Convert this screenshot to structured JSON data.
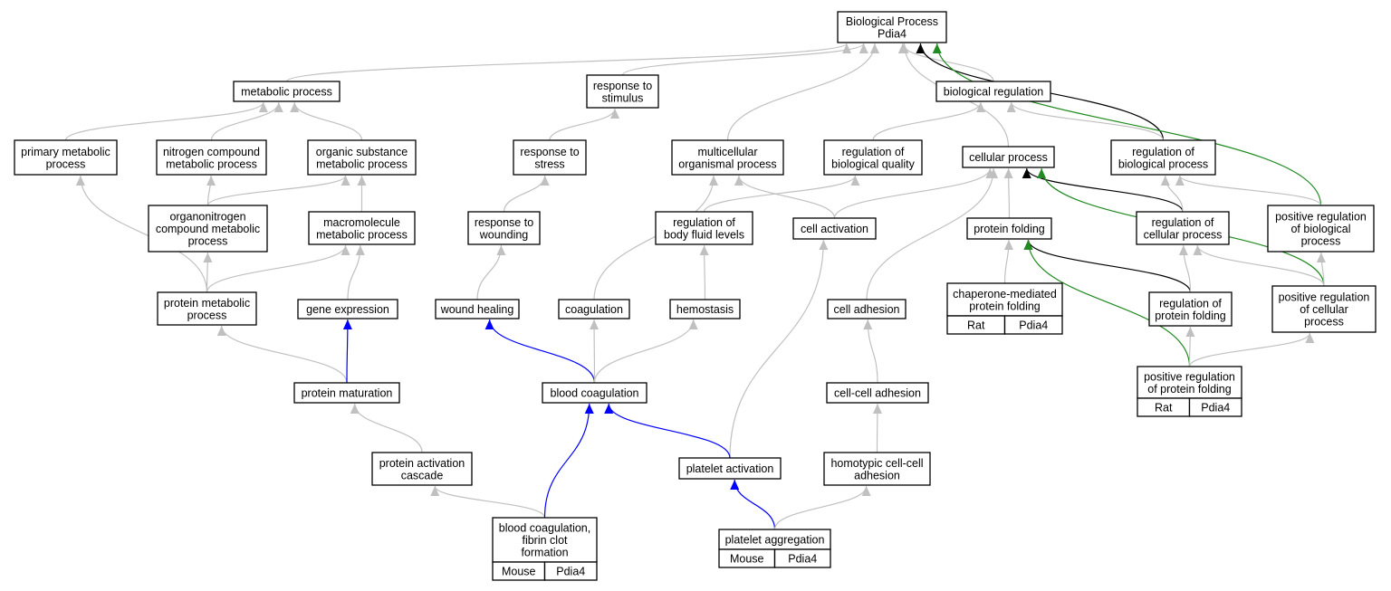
{
  "colors": {
    "gray_edge": "#c0c0c0",
    "blue_edge": "#0000ff",
    "green_edge": "#228b22",
    "black_edge": "#000000",
    "mouse_tag": "#add8e6",
    "rat_tag": "#ffd700"
  },
  "nodes": [
    {
      "id": "bp",
      "lines": [
        "Biological Process",
        "Pdia4"
      ]
    },
    {
      "id": "metabolic",
      "lines": [
        "metabolic process"
      ]
    },
    {
      "id": "stimulus",
      "lines": [
        "response to",
        "stimulus"
      ]
    },
    {
      "id": "bioreg",
      "lines": [
        "biological regulation"
      ]
    },
    {
      "id": "primary",
      "lines": [
        "primary metabolic",
        "process"
      ]
    },
    {
      "id": "nitrogen",
      "lines": [
        "nitrogen compound",
        "metabolic process"
      ]
    },
    {
      "id": "organic",
      "lines": [
        "organic substance",
        "metabolic process"
      ]
    },
    {
      "id": "stress",
      "lines": [
        "response to",
        "stress"
      ]
    },
    {
      "id": "multicell",
      "lines": [
        "multicellular",
        "organismal process"
      ]
    },
    {
      "id": "regbioqual",
      "lines": [
        "regulation of",
        "biological quality"
      ]
    },
    {
      "id": "cellular",
      "lines": [
        "cellular process"
      ]
    },
    {
      "id": "regbioproc",
      "lines": [
        "regulation of",
        "biological process"
      ]
    },
    {
      "id": "organonitro",
      "lines": [
        "organonitrogen",
        "compound metabolic",
        "process"
      ]
    },
    {
      "id": "macro",
      "lines": [
        "macromolecule",
        "metabolic process"
      ]
    },
    {
      "id": "wounding",
      "lines": [
        "response to",
        "wounding"
      ]
    },
    {
      "id": "bodyfluid",
      "lines": [
        "regulation of",
        "body fluid levels"
      ]
    },
    {
      "id": "cellact",
      "lines": [
        "cell activation"
      ]
    },
    {
      "id": "folding",
      "lines": [
        "protein folding"
      ]
    },
    {
      "id": "regcell",
      "lines": [
        "regulation of",
        "cellular process"
      ]
    },
    {
      "id": "posregbio",
      "lines": [
        "positive regulation",
        "of biological",
        "process"
      ]
    },
    {
      "id": "proteinmet",
      "lines": [
        "protein metabolic",
        "process"
      ]
    },
    {
      "id": "geneexpr",
      "lines": [
        "gene expression"
      ]
    },
    {
      "id": "woundheal",
      "lines": [
        "wound healing"
      ]
    },
    {
      "id": "coag",
      "lines": [
        "coagulation"
      ]
    },
    {
      "id": "hemo",
      "lines": [
        "hemostasis"
      ]
    },
    {
      "id": "celladh",
      "lines": [
        "cell adhesion"
      ]
    },
    {
      "id": "chaperone",
      "lines": [
        "chaperone-mediated",
        "protein folding"
      ],
      "tags": [
        "Rat",
        "Pdia4"
      ]
    },
    {
      "id": "regfold",
      "lines": [
        "regulation of",
        "protein folding"
      ]
    },
    {
      "id": "posregcell",
      "lines": [
        "positive regulation",
        "of cellular",
        "process"
      ]
    },
    {
      "id": "maturation",
      "lines": [
        "protein maturation"
      ]
    },
    {
      "id": "bloodcoag",
      "lines": [
        "blood coagulation"
      ]
    },
    {
      "id": "cellcell",
      "lines": [
        "cell-cell adhesion"
      ]
    },
    {
      "id": "posregfold",
      "lines": [
        "positive regulation",
        "of protein folding"
      ],
      "tags": [
        "Rat",
        "Pdia4"
      ]
    },
    {
      "id": "cascade",
      "lines": [
        "protein activation",
        "cascade"
      ]
    },
    {
      "id": "plateletact",
      "lines": [
        "platelet activation"
      ]
    },
    {
      "id": "homotypic",
      "lines": [
        "homotypic cell-cell",
        "adhesion"
      ]
    },
    {
      "id": "fibrin",
      "lines": [
        "blood coagulation,",
        "fibrin clot",
        "formation"
      ],
      "tags": [
        "Mouse",
        "Pdia4"
      ]
    },
    {
      "id": "aggregation",
      "lines": [
        "platelet aggregation"
      ],
      "tags": [
        "Mouse",
        "Pdia4"
      ]
    }
  ],
  "edges": [
    {
      "from": "metabolic",
      "to": "bp",
      "color": "gray"
    },
    {
      "from": "stimulus",
      "to": "bp",
      "color": "gray"
    },
    {
      "from": "bioreg",
      "to": "bp",
      "color": "gray"
    },
    {
      "from": "multicell",
      "to": "bp",
      "color": "gray"
    },
    {
      "from": "cellular",
      "to": "bp",
      "color": "gray"
    },
    {
      "from": "regbioproc",
      "to": "bp",
      "color": "black"
    },
    {
      "from": "posregbio",
      "to": "bp",
      "color": "green"
    },
    {
      "from": "primary",
      "to": "metabolic",
      "color": "gray"
    },
    {
      "from": "nitrogen",
      "to": "metabolic",
      "color": "gray"
    },
    {
      "from": "organic",
      "to": "metabolic",
      "color": "gray"
    },
    {
      "from": "stress",
      "to": "stimulus",
      "color": "gray"
    },
    {
      "from": "regbioqual",
      "to": "bioreg",
      "color": "gray"
    },
    {
      "from": "regbioproc",
      "to": "bioreg",
      "color": "gray"
    },
    {
      "from": "organonitro",
      "to": "nitrogen",
      "color": "gray"
    },
    {
      "from": "organonitro",
      "to": "organic",
      "color": "gray"
    },
    {
      "from": "macro",
      "to": "organic",
      "color": "gray"
    },
    {
      "from": "wounding",
      "to": "stress",
      "color": "gray"
    },
    {
      "from": "bodyfluid",
      "to": "regbioqual",
      "color": "gray"
    },
    {
      "from": "cellact",
      "to": "multicell",
      "color": "gray"
    },
    {
      "from": "cellact",
      "to": "cellular",
      "color": "gray"
    },
    {
      "from": "folding",
      "to": "cellular",
      "color": "gray"
    },
    {
      "from": "regcell",
      "to": "cellular",
      "color": "black"
    },
    {
      "from": "posregcell",
      "to": "cellular",
      "color": "green"
    },
    {
      "from": "celladh",
      "to": "cellular",
      "color": "gray"
    },
    {
      "from": "regcell",
      "to": "regbioproc",
      "color": "gray"
    },
    {
      "from": "posregbio",
      "to": "regbioproc",
      "color": "gray"
    },
    {
      "from": "proteinmet",
      "to": "primary",
      "color": "gray"
    },
    {
      "from": "proteinmet",
      "to": "organonitro",
      "color": "gray"
    },
    {
      "from": "proteinmet",
      "to": "macro",
      "color": "gray"
    },
    {
      "from": "geneexpr",
      "to": "macro",
      "color": "gray"
    },
    {
      "from": "woundheal",
      "to": "wounding",
      "color": "gray"
    },
    {
      "from": "coag",
      "to": "multicell",
      "color": "gray"
    },
    {
      "from": "hemo",
      "to": "bodyfluid",
      "color": "gray"
    },
    {
      "from": "chaperone",
      "to": "folding",
      "color": "gray"
    },
    {
      "from": "regfold",
      "to": "folding",
      "color": "black"
    },
    {
      "from": "posregfold",
      "to": "folding",
      "color": "green"
    },
    {
      "from": "regfold",
      "to": "regcell",
      "color": "gray"
    },
    {
      "from": "posregcell",
      "to": "regcell",
      "color": "gray"
    },
    {
      "from": "posregcell",
      "to": "posregbio",
      "color": "gray"
    },
    {
      "from": "maturation",
      "to": "proteinmet",
      "color": "gray"
    },
    {
      "from": "maturation",
      "to": "geneexpr",
      "color": "blue"
    },
    {
      "from": "bloodcoag",
      "to": "woundheal",
      "color": "blue"
    },
    {
      "from": "bloodcoag",
      "to": "coag",
      "color": "gray"
    },
    {
      "from": "bloodcoag",
      "to": "hemo",
      "color": "gray"
    },
    {
      "from": "cellcell",
      "to": "celladh",
      "color": "gray"
    },
    {
      "from": "posregfold",
      "to": "regfold",
      "color": "gray"
    },
    {
      "from": "posregfold",
      "to": "posregcell",
      "color": "gray"
    },
    {
      "from": "cascade",
      "to": "maturation",
      "color": "gray"
    },
    {
      "from": "plateletact",
      "to": "cellact",
      "color": "gray"
    },
    {
      "from": "plateletact",
      "to": "bloodcoag",
      "color": "blue"
    },
    {
      "from": "homotypic",
      "to": "cellcell",
      "color": "gray"
    },
    {
      "from": "fibrin",
      "to": "cascade",
      "color": "gray"
    },
    {
      "from": "fibrin",
      "to": "bloodcoag",
      "color": "blue"
    },
    {
      "from": "aggregation",
      "to": "plateletact",
      "color": "blue"
    },
    {
      "from": "aggregation",
      "to": "homotypic",
      "color": "gray"
    }
  ]
}
